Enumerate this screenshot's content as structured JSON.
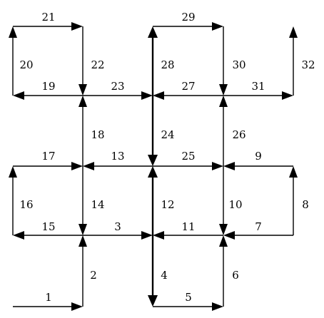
{
  "diagram": {
    "colors": {
      "line": "#000000",
      "background": "#ffffff"
    },
    "edges": [
      {
        "label": "1"
      },
      {
        "label": "2"
      },
      {
        "label": "3"
      },
      {
        "label": "4"
      },
      {
        "label": "5"
      },
      {
        "label": "6"
      },
      {
        "label": "7"
      },
      {
        "label": "8"
      },
      {
        "label": "9"
      },
      {
        "label": "10"
      },
      {
        "label": "11"
      },
      {
        "label": "12"
      },
      {
        "label": "13"
      },
      {
        "label": "14"
      },
      {
        "label": "15"
      },
      {
        "label": "16"
      },
      {
        "label": "17"
      },
      {
        "label": "18"
      },
      {
        "label": "19"
      },
      {
        "label": "20"
      },
      {
        "label": "21"
      },
      {
        "label": "22"
      },
      {
        "label": "23"
      },
      {
        "label": "24"
      },
      {
        "label": "25"
      },
      {
        "label": "26"
      },
      {
        "label": "27"
      },
      {
        "label": "28"
      },
      {
        "label": "29"
      },
      {
        "label": "30"
      },
      {
        "label": "31"
      },
      {
        "label": "32"
      }
    ]
  }
}
